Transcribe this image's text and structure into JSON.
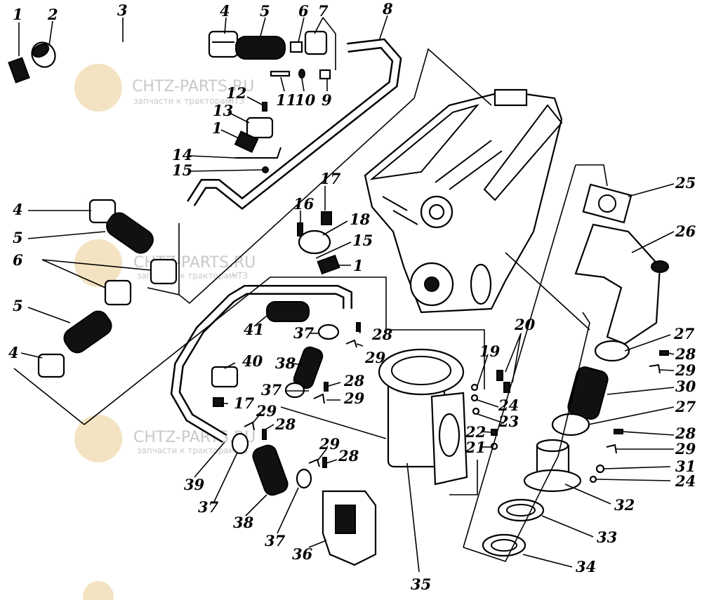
{
  "watermark": {
    "brand": "CHTZ-PARTS.RU",
    "tagline": "запчасти к тракторам",
    "suffix": "ЧТЗ",
    "gear_color": "#f3e3c2",
    "text_color": "#c9c9c9"
  },
  "callouts": {
    "c1": "1",
    "c2": "2",
    "c3": "3",
    "c4": "4",
    "c5": "5",
    "c6": "6",
    "c7": "7",
    "c8": "8",
    "c9": "9",
    "c10": "10",
    "c11": "11",
    "c12": "12",
    "c13": "13",
    "c14": "14",
    "c15": "15",
    "c16": "16",
    "c17": "17",
    "c18": "18",
    "c19": "19",
    "c20": "20",
    "c21": "21",
    "c22": "22",
    "c23": "23",
    "c24": "24",
    "c25": "25",
    "c26": "26",
    "c27": "27",
    "c28": "28",
    "c29": "29",
    "c30": "30",
    "c31": "31",
    "c32": "32",
    "c33": "33",
    "c34": "34",
    "c35": "35",
    "c36": "36",
    "c37": "37",
    "c38": "38",
    "c39": "39",
    "c40": "40",
    "c41": "41"
  }
}
